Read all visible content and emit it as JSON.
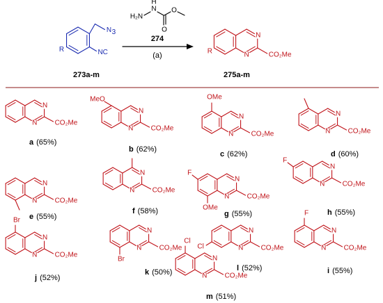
{
  "colors": {
    "reactant": "#1a2bb0",
    "product": "#c0141a",
    "text": "#000000",
    "divider": "#8b1a1a"
  },
  "reaction": {
    "reactant_label": "273a-m",
    "reagent_label": "274",
    "condition": "(a)",
    "product_label": "275a-m",
    "reactant_atoms": {
      "azide": "N",
      "azide_sub": "3",
      "isonitrile": "NC",
      "r_group": "R"
    },
    "reagent_atoms": {
      "h2n": "H₂N",
      "nh": "H",
      "n": "N",
      "o_carbonyl": "O",
      "o_ether": "O"
    },
    "product_atoms": {
      "n1": "N",
      "n2": "N",
      "ester": "CO₂Me",
      "r_group": "R"
    }
  },
  "products": [
    {
      "letter": "a",
      "yield": "(65%)",
      "ester": "CO₂Me",
      "n": "N",
      "substituent": ""
    },
    {
      "letter": "b",
      "yield": "(62%)",
      "ester": "CO₂Me",
      "n": "N",
      "substituent": "MeO"
    },
    {
      "letter": "c",
      "yield": "(62%)",
      "ester": "CO₂Me",
      "n": "N",
      "substituent": "OMe"
    },
    {
      "letter": "d",
      "yield": "(60%)",
      "ester": "CO₂Me",
      "n": "N",
      "substituent": ""
    },
    {
      "letter": "e",
      "yield": "(55%)",
      "ester": "CO₂Me",
      "n": "N",
      "substituent": ""
    },
    {
      "letter": "f",
      "yield": "(58%)",
      "ester": "CO₂Me",
      "n": "N",
      "substituent": ""
    },
    {
      "letter": "g",
      "yield": "(55%)",
      "ester": "CO₂Me",
      "n": "N",
      "substituent": "F",
      "substituent2": "OMe"
    },
    {
      "letter": "h",
      "yield": "(55%)",
      "ester": "CO₂Me",
      "n": "N",
      "substituent": "F"
    },
    {
      "letter": "j",
      "yield": "(52%)",
      "ester": "CO₂Me",
      "n": "N",
      "substituent": "Br"
    },
    {
      "letter": "k",
      "yield": "(50%)",
      "ester": "CO₂Me",
      "n": "N",
      "substituent": "Br"
    },
    {
      "letter": "l",
      "yield": "(52%)",
      "ester": "CO₂Me",
      "n": "N",
      "substituent": "Cl"
    },
    {
      "letter": "i",
      "yield": "(55%)",
      "ester": "CO₂Me",
      "n": "N",
      "substituent": "F"
    },
    {
      "letter": "m",
      "yield": "(51%)",
      "ester": "CO₂Me",
      "n": "N",
      "substituent": "Cl"
    }
  ]
}
